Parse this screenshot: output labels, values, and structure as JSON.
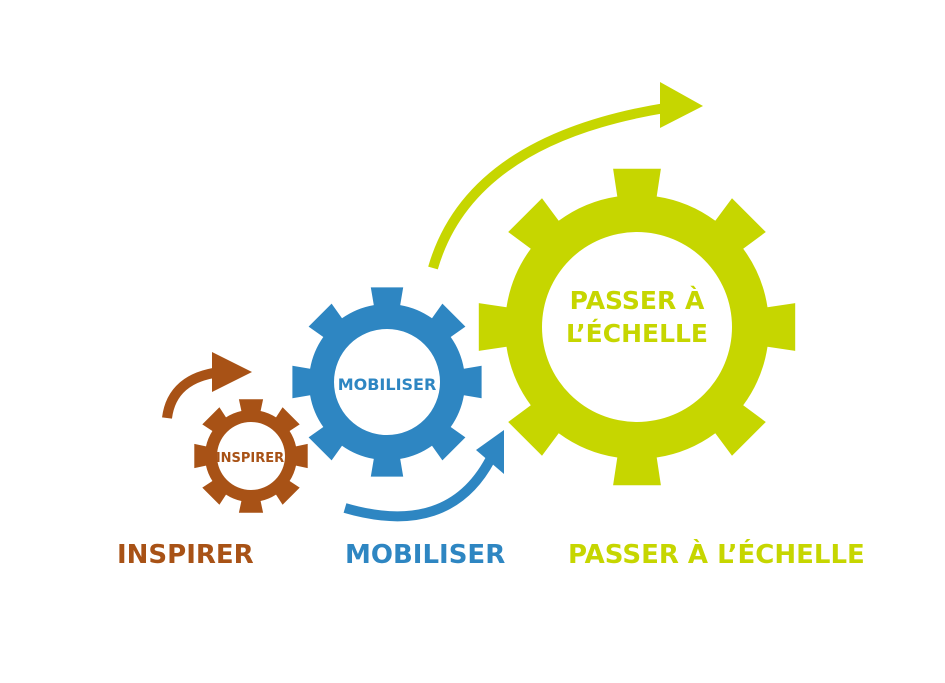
{
  "colors": {
    "inspirer": "#A85216",
    "mobiliser": "#2E86C2",
    "passer": "#C6D600"
  },
  "gears": {
    "inspirer": {
      "label": "INSPIRER"
    },
    "mobiliser": {
      "label": "MOBILISER"
    },
    "passer": {
      "line1": "PASSER À",
      "line2": "L’ÉCHELLE"
    }
  },
  "captions": {
    "inspirer": "INSPIRER",
    "mobiliser": "MOBILISER",
    "passer": "PASSER À L’ÉCHELLE"
  }
}
